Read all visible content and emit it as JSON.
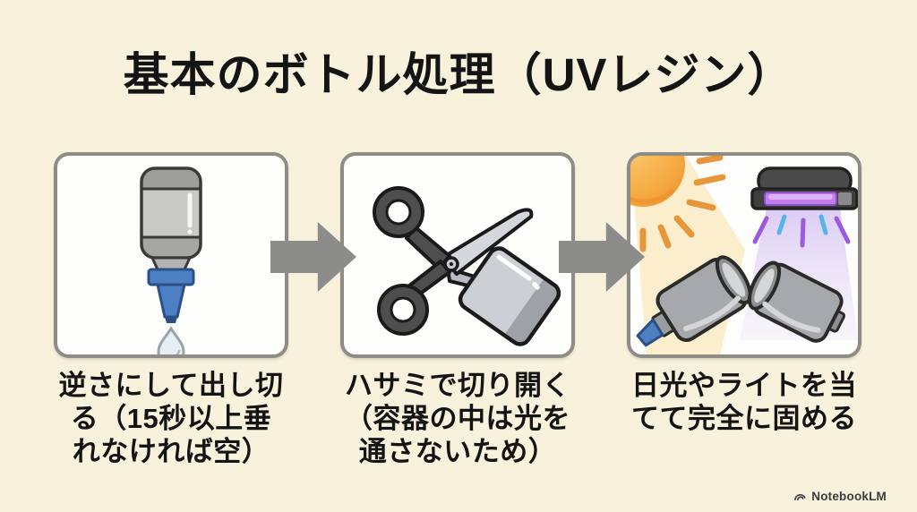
{
  "slide": {
    "title": "基本のボトル処理（UVレジン）",
    "steps": [
      {
        "icon": "bottle-upside-down-dripping",
        "caption": "逆さにして出し切\nる（15秒以上垂\nれなければ空）"
      },
      {
        "icon": "scissors-cutting-bottle",
        "caption": "ハサミで切り開く\n（容器の中は光を\n通さないため）"
      },
      {
        "icon": "sunlight-and-uv-lamp-curing",
        "caption": "日光やライトを当\nてて完全に固める"
      }
    ],
    "footer": {
      "brand": "NotebookLM"
    }
  },
  "colors": {
    "background": "#f8f1dc",
    "panel_border": "#8e8c84",
    "arrow": "#8c8c8a",
    "text": "#141414",
    "nozzle_blue": "#4c80c3",
    "sun_orange": "#f2a23e",
    "uv_purple": "#c37ff0"
  }
}
